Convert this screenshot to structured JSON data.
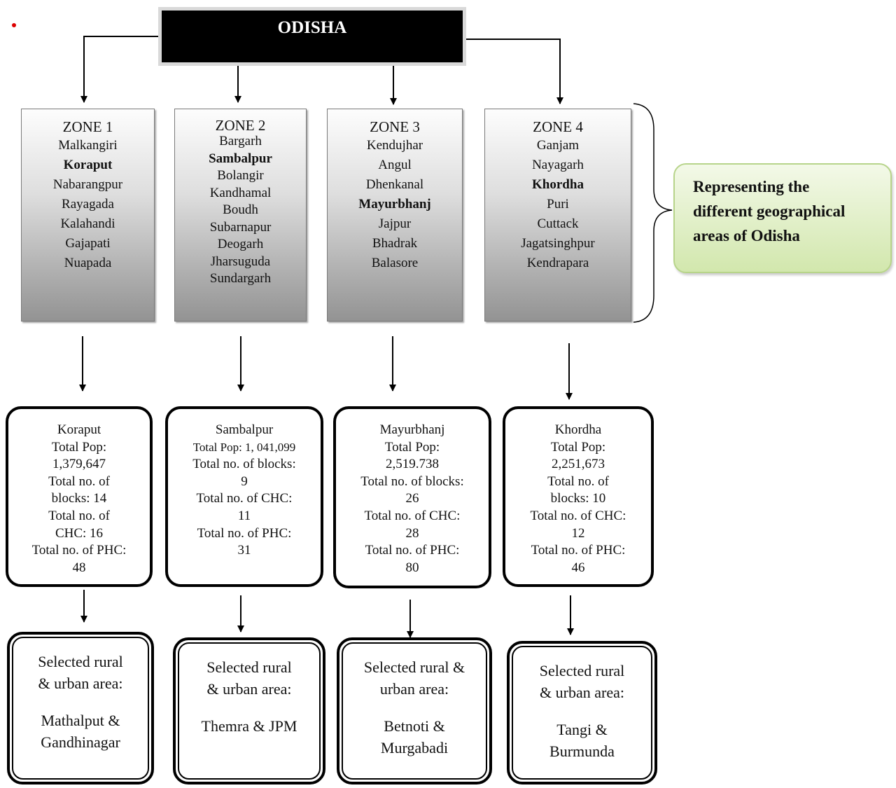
{
  "root": {
    "title": "ODISHA"
  },
  "zones": [
    {
      "title": "ZONE 1",
      "districts": [
        "Malkangiri",
        "Koraput",
        "Nabarangpur",
        "Rayagada",
        "Kalahandi",
        "Gajapati",
        "Nuapada"
      ],
      "highlight": "Koraput"
    },
    {
      "title": "ZONE 2",
      "districts": [
        "Bargarh",
        "Sambalpur",
        "Bolangir",
        "Kandhamal",
        "Boudh",
        "Subarnapur",
        "Deogarh",
        "Jharsuguda",
        "Sundargarh"
      ],
      "highlight": "Sambalpur"
    },
    {
      "title": "ZONE 3",
      "districts": [
        "Kendujhar",
        "Angul",
        "Dhenkanal",
        "Mayurbhanj",
        "Jajpur",
        "Bhadrak",
        "Balasore"
      ],
      "highlight": "Mayurbhanj"
    },
    {
      "title": "ZONE 4",
      "districts": [
        "Ganjam",
        "Nayagarh",
        "Khordha",
        "Puri",
        "Cuttack",
        "Jagatsinghpur",
        "Kendrapara"
      ],
      "highlight": "Khordha"
    }
  ],
  "callout": {
    "lines": [
      "Representing the",
      "different geographical",
      "areas  of Odisha"
    ]
  },
  "stats": [
    {
      "lines": [
        "Koraput",
        "Total Pop:",
        "1,379,647",
        "Total no. of",
        "blocks: 14",
        "Total no. of",
        "CHC: 16",
        "Total no. of PHC:",
        "48"
      ]
    },
    {
      "lines": [
        "Sambalpur",
        "Total Pop: 1, 041,099",
        "Total no. of blocks:",
        "9",
        "Total no. of CHC:",
        "11",
        "Total no. of PHC:",
        "31"
      ]
    },
    {
      "lines": [
        "Mayurbhanj",
        "Total Pop:",
        "2,519.738",
        "Total no. of blocks:",
        "26",
        "Total no. of CHC:",
        "28",
        "Total no. of PHC:",
        "80"
      ]
    },
    {
      "lines": [
        "Khordha",
        "Total Pop:",
        "2,251,673",
        "Total no. of",
        "blocks: 10",
        "Total no. of CHC:",
        "12",
        "Total no. of PHC:",
        "46"
      ]
    }
  ],
  "areas": [
    {
      "label_lines": [
        "Selected rural",
        "& urban area:"
      ],
      "name_lines": [
        "Mathalput &",
        "Gandhinagar"
      ]
    },
    {
      "label_lines": [
        "Selected rural",
        "& urban area:"
      ],
      "name_lines": [
        "Themra & JPM"
      ]
    },
    {
      "label_lines": [
        "Selected rural &",
        "urban area:"
      ],
      "name_lines": [
        "Betnoti &",
        "Murgabadi"
      ]
    },
    {
      "label_lines": [
        "Selected rural",
        "& urban area:"
      ],
      "name_lines": [
        "Tangi &",
        "Burmunda"
      ]
    }
  ],
  "colors": {
    "root_fill": "#000000",
    "callout_fill": "#d2e7ad",
    "marker_dot": "#dd0000"
  }
}
